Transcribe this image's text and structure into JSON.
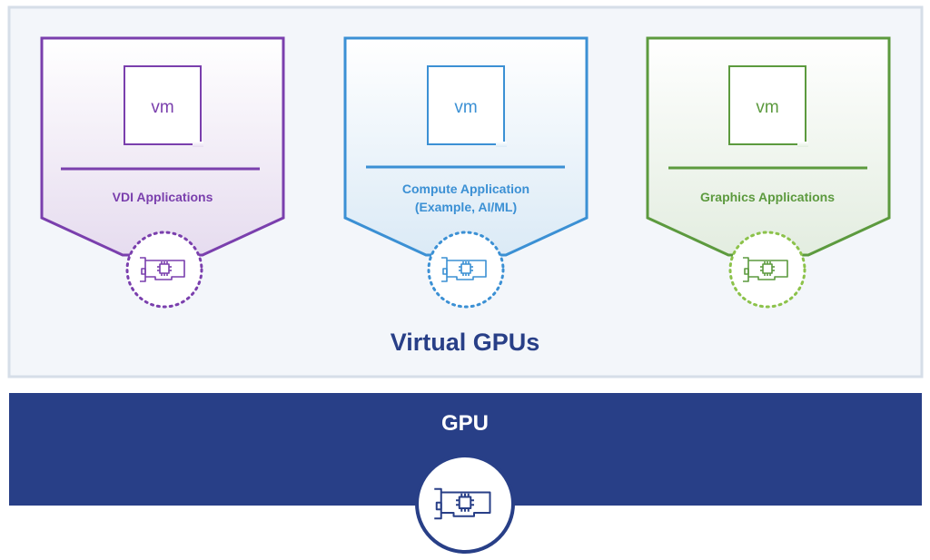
{
  "virtual_section": {
    "title": "Virtual GPUs",
    "vms": [
      {
        "vm_label": "vm",
        "app_lines": [
          "VDI Applications"
        ],
        "color": "#7a3fad"
      },
      {
        "vm_label": "vm",
        "app_lines": [
          "Compute Application",
          "(Example, AI/ML)"
        ],
        "color": "#3b90d4"
      },
      {
        "vm_label": "vm",
        "app_lines": [
          "Graphics Applications"
        ],
        "color": "#5c9a3e"
      }
    ],
    "background_color": "#f3f6fa",
    "border_color": "#d6dee8"
  },
  "physical_section": {
    "title": "GPU",
    "color": "#283f87",
    "icon": "gpu-card-icon"
  }
}
